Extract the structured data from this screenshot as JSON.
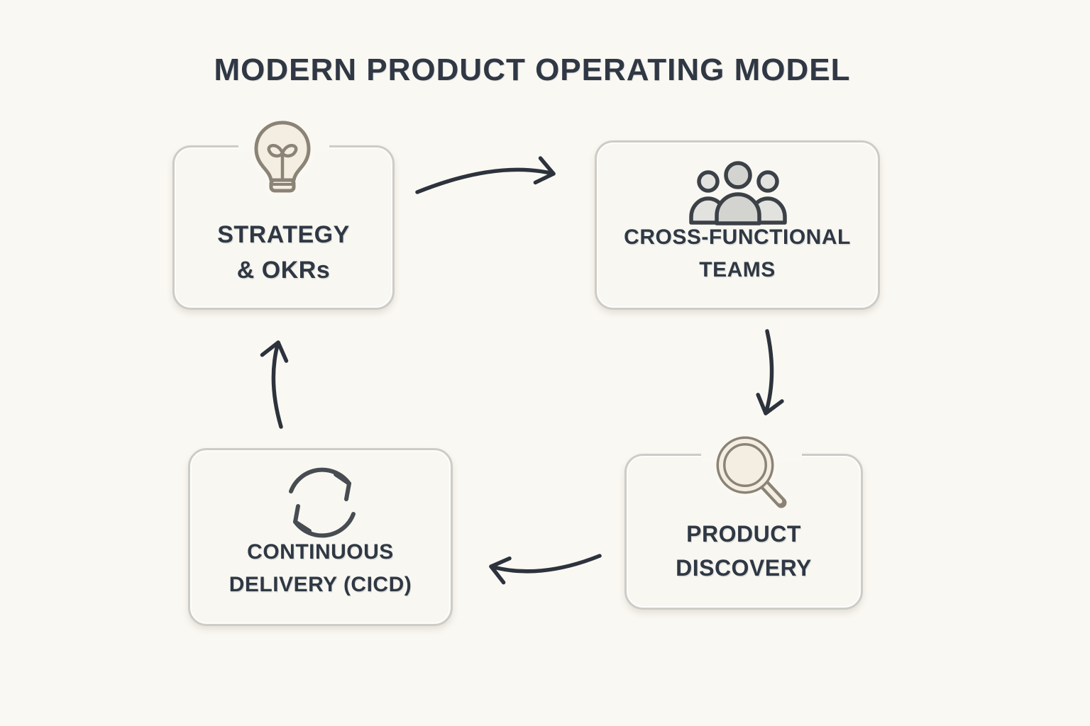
{
  "title": "MODERN PRODUCT OPERATING MODEL",
  "nodes": [
    {
      "id": "strategy",
      "label_line1": "STRATEGY",
      "label_line2": "& OKRs",
      "icon": "lightbulb-icon"
    },
    {
      "id": "teams",
      "label_line1": "CROSS-FUNCTIONAL",
      "label_line2": "TEAMS",
      "icon": "people-icon"
    },
    {
      "id": "discovery",
      "label_line1": "PRODUCT",
      "label_line2": "DISCOVERY",
      "icon": "magnifying-glass-icon"
    },
    {
      "id": "delivery",
      "label_line1": "CONTINUOUS",
      "label_line2": "DELIVERY (CICD)",
      "icon": "sync-arrows-icon"
    }
  ],
  "arrows": [
    {
      "from": "strategy",
      "to": "teams"
    },
    {
      "from": "teams",
      "to": "discovery"
    },
    {
      "from": "discovery",
      "to": "delivery"
    },
    {
      "from": "delivery",
      "to": "strategy"
    }
  ],
  "colors": {
    "background": "#faf8f2",
    "box_fill": "#f8f7f1",
    "box_border": "#cdccc6",
    "text": "#2f3844",
    "arrow": "#2d333d",
    "icon_warm_stroke": "#8a8376",
    "icon_warm_fill": "#f3eee1",
    "icon_dark_stroke": "#3b4147",
    "icon_gray_fill": "#d3d3d0",
    "icon_light_gray_fill": "#e2e2df"
  }
}
